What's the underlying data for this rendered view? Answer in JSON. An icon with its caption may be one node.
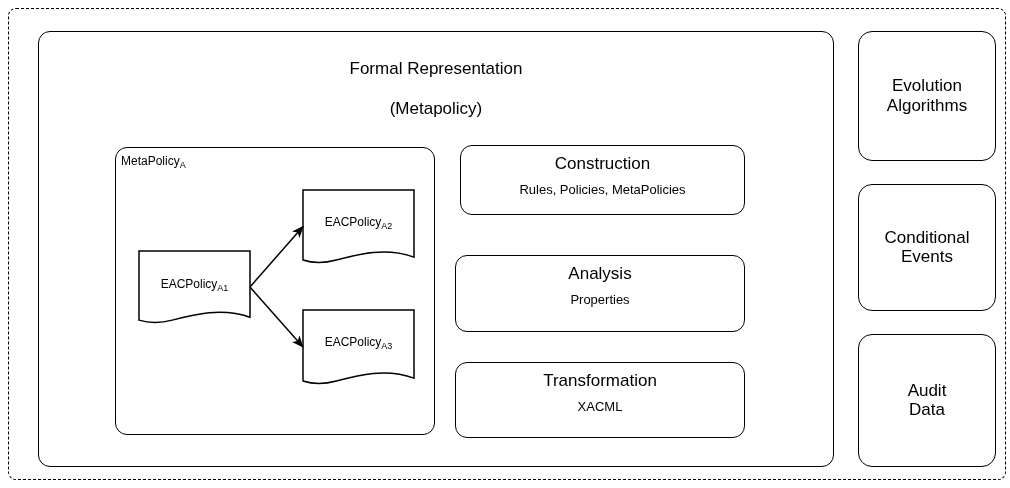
{
  "diagram": {
    "nodes": [
      {
        "text": [],
        "shape": "box"
      },
      {
        "text": [
          "Formal Representation",
          "(Metapolicy)"
        ],
        "in": 0
      },
      {
        "text": [
          "MetaPolicy$_{A}$"
        ],
        "in": 1
      },
      {
        "text": [
          "EACPolicy$_{A1}$"
        ],
        "in": 2
      },
      {
        "text": [
          "EACPolicy$_{A2}$"
        ],
        "in": 2
      },
      {
        "text": [
          "EACPolicy$_{A3}$"
        ],
        "in": 2
      },
      {
        "text": [
          "Construction",
          "Rules, Policies, MetaPolicies"
        ],
        "in": 1
      },
      {
        "text": [
          "Analysis",
          "Properties"
        ],
        "in": 1
      },
      {
        "text": [
          "Transformation",
          "XACML"
        ],
        "in": 1
      },
      {
        "text": [
          "Evolution Algorithms"
        ],
        "in": 0
      },
      {
        "text": [
          "Conditional Events"
        ],
        "in": 0
      },
      {
        "text": [
          "Audit Data"
        ],
        "in": 0
      }
    ],
    "edges": [
      {
        "from": 3,
        "to": 4,
        "arrow": "to"
      },
      {
        "from": 3,
        "to": 5,
        "arrow": "to"
      }
    ]
  }
}
